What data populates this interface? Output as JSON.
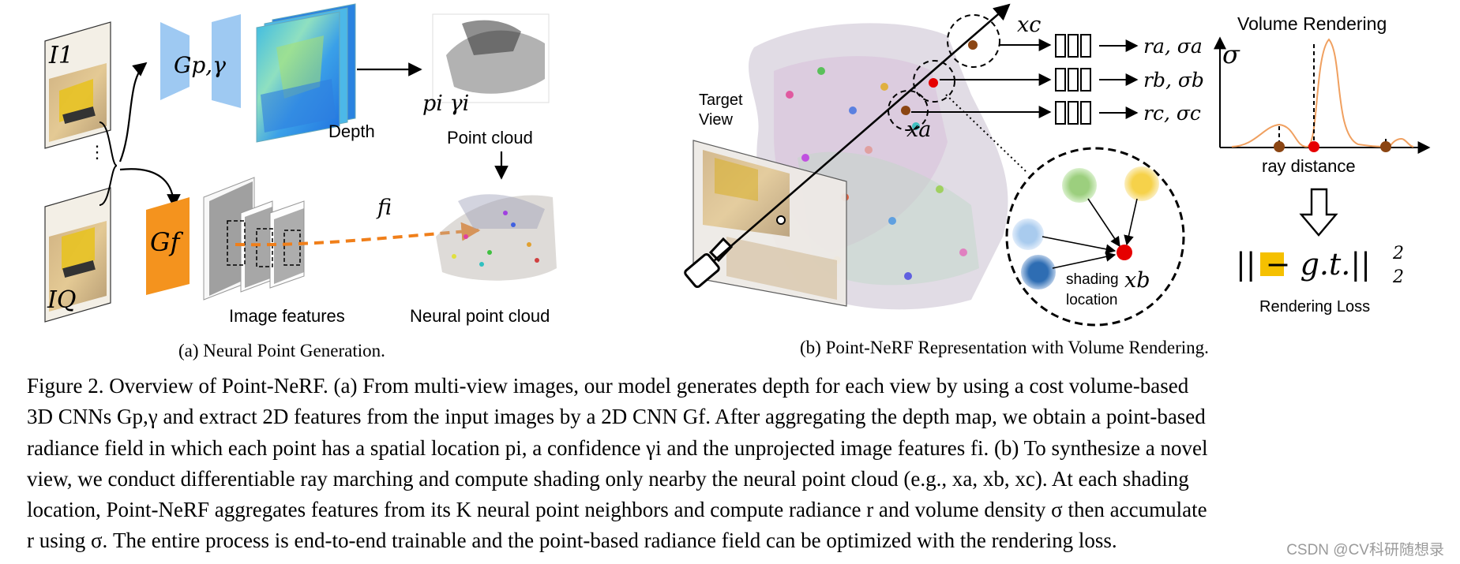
{
  "panel_a": {
    "caption": "(a) Neural Point Generation.",
    "labels": {
      "image_first": "I1",
      "image_last": "IQ",
      "depth_net": "Gp,γ",
      "feature_net": "Gf",
      "depth": "Depth",
      "point_attrs": "pi γi",
      "point_cloud": "Point cloud",
      "feature": "fi",
      "image_features": "Image features",
      "neural_point_cloud": "Neural point cloud"
    }
  },
  "panel_b": {
    "caption": "(b) Point-NeRF Representation with Volume Rendering.",
    "labels": {
      "target_view_1": "Target",
      "target_view_2": "View",
      "xc": "xc",
      "xa": "xa",
      "out_a": "ra, σa",
      "out_b": "rb, σb",
      "out_c": "rc, σc",
      "shading_1": "shading",
      "shading_2": "location",
      "xb": "xb",
      "volume_rendering": "Volume Rendering",
      "sigma": "σ",
      "ray_distance": "ray distance",
      "loss_formula": "|| − g.t.||",
      "rendering_loss": "Rendering Loss"
    }
  },
  "caption": {
    "line1": "Figure 2. Overview of Point-NeRF. (a) From multi-view images, our model generates depth for each view by using a cost volume-based",
    "line2": "3D CNNs Gp,γ and extract 2D features from the input images by a 2D CNN Gf. After aggregating the depth map, we obtain a point-based",
    "line3": "radiance field in which each point has a spatial location pi, a confidence γi and the unprojected image features fi. (b) To synthesize a novel",
    "line4": "view, we conduct differentiable ray marching and compute shading only nearby the neural point cloud (e.g., xa, xb, xc). At each shading",
    "line5": "location, Point-NeRF aggregates features from its K neural point neighbors and compute radiance r and volume density σ then accumulate",
    "line6": "r using σ. The entire process is end-to-end trainable and the point-based radiance field can be optimized with the rendering loss."
  },
  "watermark": "CSDN @CV科研随想录",
  "colors": {
    "net_blue": "#9ec9f2",
    "net_orange": "#f4931e",
    "feature_arrow": "#f07f1a",
    "sample_red": "#e60000",
    "sample_brown": "#8b4513",
    "curve": "#f0a060"
  }
}
